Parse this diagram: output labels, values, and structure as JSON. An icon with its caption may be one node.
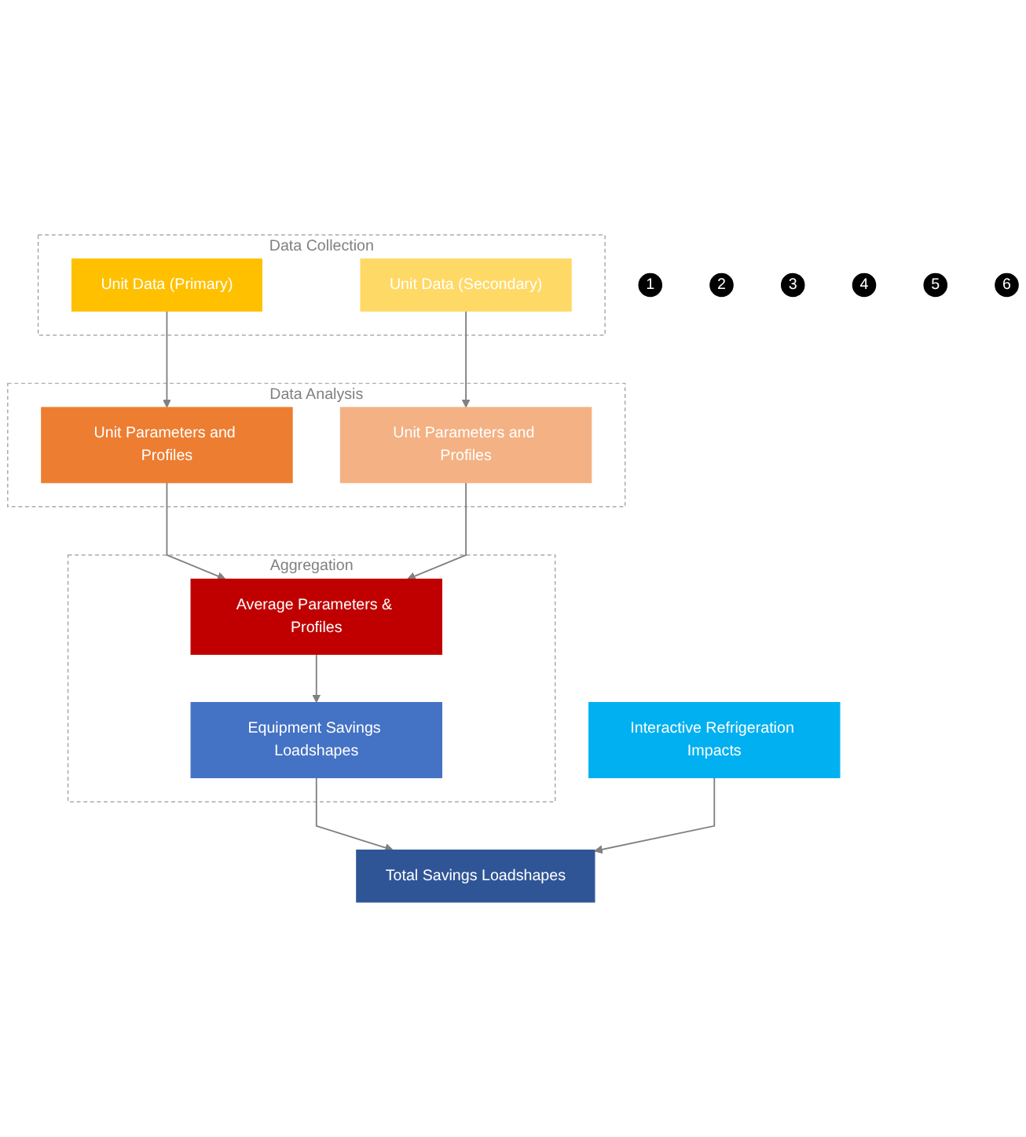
{
  "diagram": {
    "nodes": [
      {
        "text": [
          "Data Collection"
        ]
      },
      {
        "text": [
          "Unit Data (Primary)"
        ],
        "in": 0
      },
      {
        "text": [
          "Unit Data (Secondary)"
        ],
        "in": 0
      },
      {
        "text": [
          "Data Analysis"
        ]
      },
      {
        "text": [
          "Unit Parameters and Profiles"
        ],
        "in": 3
      },
      {
        "text": [
          "Unit Parameters and Profiles"
        ],
        "in": 3
      },
      {
        "text": [
          "Aggregation"
        ]
      },
      {
        "text": [
          "Average Parameters & Profiles"
        ],
        "in": 6
      },
      {
        "text": [
          "Equipment Savings Loadshapes"
        ],
        "in": 6
      },
      {
        "text": [
          "Interactive Refrigeration Impacts"
        ]
      },
      {
        "text": [
          "Total Savings Loadshapes"
        ]
      },
      {
        "text": [
          "1"
        ]
      },
      {
        "text": [
          "2"
        ]
      },
      {
        "text": [
          "3"
        ]
      },
      {
        "text": [
          "4"
        ]
      },
      {
        "text": [
          "5"
        ]
      },
      {
        "text": [
          "6"
        ]
      }
    ],
    "edges": [
      {
        "from": 1,
        "to": 4,
        "arrow": "to"
      },
      {
        "from": 2,
        "to": 5,
        "arrow": "to"
      },
      {
        "from": 4,
        "to": 7,
        "arrow": "to"
      },
      {
        "from": 5,
        "to": 7,
        "arrow": "to"
      },
      {
        "from": 7,
        "to": 8,
        "arrow": "to"
      },
      {
        "from": 8,
        "to": 10,
        "arrow": "to"
      },
      {
        "from": 9,
        "to": 10,
        "arrow": "to"
      }
    ]
  }
}
